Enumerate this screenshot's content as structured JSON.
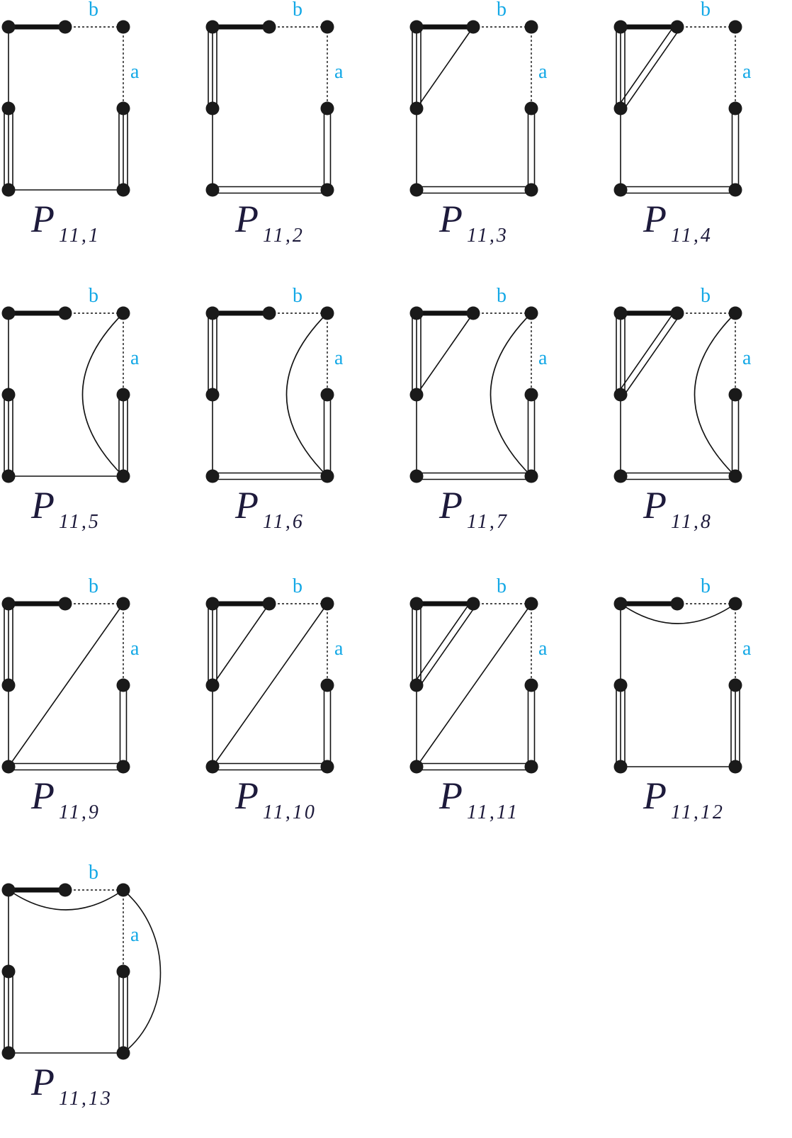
{
  "colors": {
    "ink": "#111111",
    "label": "#13a8e6",
    "caption": "#1d1a3b"
  },
  "labels": {
    "b": "b",
    "a": "a"
  },
  "diagrams": [
    {
      "id": "P11_1",
      "letter": "P",
      "sub": "11,1",
      "tl_tm": "bold",
      "tl_ml": "thin",
      "ml_bl": "triple",
      "tr_br_v": "triple",
      "bl_br": "thin",
      "tm_ml_diag": "none",
      "tr_br_curve": false,
      "tl_tr_arc": false,
      "bl_tr_diag": false,
      "outer_right_arc": false
    },
    {
      "id": "P11_2",
      "letter": "P",
      "sub": "11,2",
      "tl_tm": "bold",
      "tl_ml": "triple",
      "ml_bl": "thin",
      "tr_br_v": "double",
      "bl_br": "double",
      "tm_ml_diag": "none",
      "tr_br_curve": false,
      "tl_tr_arc": false,
      "bl_tr_diag": false,
      "outer_right_arc": false
    },
    {
      "id": "P11_3",
      "letter": "P",
      "sub": "11,3",
      "tl_tm": "bold",
      "tl_ml": "triple",
      "ml_bl": "thin",
      "tr_br_v": "double",
      "bl_br": "double",
      "tm_ml_diag": "thin",
      "tr_br_curve": false,
      "tl_tr_arc": false,
      "bl_tr_diag": false,
      "outer_right_arc": false
    },
    {
      "id": "P11_4",
      "letter": "P",
      "sub": "11,4",
      "tl_tm": "bold",
      "tl_ml": "triple",
      "ml_bl": "thin",
      "tr_br_v": "double",
      "bl_br": "double",
      "tm_ml_diag": "double",
      "tr_br_curve": false,
      "tl_tr_arc": false,
      "bl_tr_diag": false,
      "outer_right_arc": false
    },
    {
      "id": "P11_5",
      "letter": "P",
      "sub": "11,5",
      "tl_tm": "bold",
      "tl_ml": "thin",
      "ml_bl": "triple",
      "tr_br_v": "triple",
      "bl_br": "thin",
      "tm_ml_diag": "none",
      "tr_br_curve": true,
      "tl_tr_arc": false,
      "bl_tr_diag": false,
      "outer_right_arc": false
    },
    {
      "id": "P11_6",
      "letter": "P",
      "sub": "11,6",
      "tl_tm": "bold",
      "tl_ml": "triple",
      "ml_bl": "thin",
      "tr_br_v": "double",
      "bl_br": "double",
      "tm_ml_diag": "none",
      "tr_br_curve": true,
      "tl_tr_arc": false,
      "bl_tr_diag": false,
      "outer_right_arc": false
    },
    {
      "id": "P11_7",
      "letter": "P",
      "sub": "11,7",
      "tl_tm": "bold",
      "tl_ml": "triple",
      "ml_bl": "thin",
      "tr_br_v": "double",
      "bl_br": "double",
      "tm_ml_diag": "thin",
      "tr_br_curve": true,
      "tl_tr_arc": false,
      "bl_tr_diag": false,
      "outer_right_arc": false
    },
    {
      "id": "P11_8",
      "letter": "P",
      "sub": "11,8",
      "tl_tm": "bold",
      "tl_ml": "triple",
      "ml_bl": "thin",
      "tr_br_v": "double",
      "bl_br": "double",
      "tm_ml_diag": "double",
      "tr_br_curve": true,
      "tl_tr_arc": false,
      "bl_tr_diag": false,
      "outer_right_arc": false
    },
    {
      "id": "P11_9",
      "letter": "P",
      "sub": "11,9",
      "tl_tm": "bold",
      "tl_ml": "triple",
      "ml_bl": "thin",
      "tr_br_v": "double",
      "bl_br": "double",
      "tm_ml_diag": "none",
      "tr_br_curve": false,
      "tl_tr_arc": false,
      "bl_tr_diag": true,
      "outer_right_arc": false
    },
    {
      "id": "P11_10",
      "letter": "P",
      "sub": "11,10",
      "tl_tm": "bold",
      "tl_ml": "triple",
      "ml_bl": "thin",
      "tr_br_v": "double",
      "bl_br": "double",
      "tm_ml_diag": "thin",
      "tr_br_curve": false,
      "tl_tr_arc": false,
      "bl_tr_diag": true,
      "outer_right_arc": false
    },
    {
      "id": "P11_11",
      "letter": "P",
      "sub": "11,11",
      "tl_tm": "bold",
      "tl_ml": "triple",
      "ml_bl": "thin",
      "tr_br_v": "double",
      "bl_br": "double",
      "tm_ml_diag": "double",
      "tr_br_curve": false,
      "tl_tr_arc": false,
      "bl_tr_diag": true,
      "outer_right_arc": false
    },
    {
      "id": "P11_12",
      "letter": "P",
      "sub": "11,12",
      "tl_tm": "bold",
      "tl_ml": "thin",
      "ml_bl": "triple",
      "tr_br_v": "triple",
      "bl_br": "thin",
      "tm_ml_diag": "none",
      "tr_br_curve": false,
      "tl_tr_arc": true,
      "bl_tr_diag": false,
      "outer_right_arc": false
    },
    {
      "id": "P11_13",
      "letter": "P",
      "sub": "11,13",
      "tl_tm": "bold",
      "tl_ml": "thin",
      "ml_bl": "triple",
      "tr_br_v": "triple",
      "bl_br": "thin",
      "tm_ml_diag": "none",
      "tr_br_curve": false,
      "tl_tr_arc": true,
      "bl_tr_diag": false,
      "outer_right_arc": true
    }
  ]
}
